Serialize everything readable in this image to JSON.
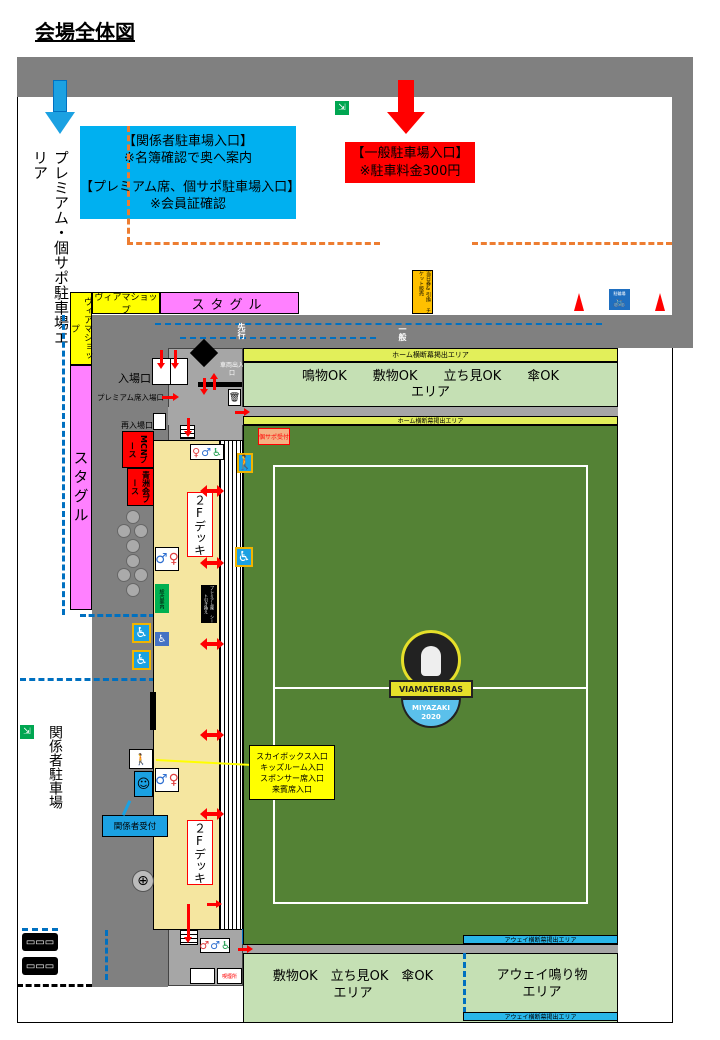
{
  "title": "会場全体図",
  "labels": {
    "premium_parking": "プレミアム・個サポ駐車場エリア",
    "staff_parking_box": {
      "line1": "【関係者駐車場入口】",
      "line2": "※名簿確認で奥へ案内",
      "line3": "【プレミアム席、個サポ駐車場入口】",
      "line4": "※会員証確認"
    },
    "general_parking_box": {
      "line1": "【一般駐車場入口】",
      "line2": "※駐車料金300円"
    },
    "ticket_sign": "当日券&引換 チケット販売",
    "bike_parking": "駐輪場",
    "shop_top": "ヴィアマショップ",
    "shop_side": "ヴィアマショップ",
    "stagul_top": "スタグル",
    "stagul_side": "スタグル",
    "priority": "先行",
    "general": "一般",
    "entrance": "入場口",
    "premium_entrance": "プレミアム席入場口",
    "reentry": "再入場口",
    "vehicle_gate": "車両出入口",
    "mcn_booth": "MCNブース",
    "support_booth": "青洲会ブース",
    "kosapo": "個サポ受付",
    "deck_top": "２Fデッキ",
    "deck_bottom": "２Fデッキ",
    "lost_found": "総合案内",
    "premium_reception": "プレミアム席 シート引き換え",
    "home_banner_top": "ホーム横断幕掲出エリア",
    "home_banner_bottom": "ホーム横断幕掲出エリア",
    "home_area": {
      "line1": "鳴物OK　　敷物OK　　立ち見OK　　傘OK",
      "line2": "エリア"
    },
    "skybox": {
      "line1": "スカイボックス入口",
      "line2": "キッズルーム入口",
      "line3": "スポンサー席入口",
      "line4": "来賓席入口"
    },
    "staff_reception": "関係者受付",
    "staff_parking": "関係者駐車場",
    "away_banner_top": "アウェイ横断幕掲出エリア",
    "away_banner_bottom": "アウェイ横断幕掲出エリア",
    "away_area": {
      "line1": "敷物OK　立ち見OK　傘OK",
      "line2": "エリア"
    },
    "away_noise": {
      "line1": "アウェイ鳴り物",
      "line2": "エリア"
    },
    "smoking": "喫煙所"
  },
  "logo": {
    "line1": "VIAMATERRAS",
    "line2": "MIYAZAKI",
    "line3": "2020"
  },
  "colors": {
    "field": "#548235",
    "road": "#808080",
    "cyan": "#00b0f0",
    "red": "#ff0000",
    "lime": "#e2ef5a",
    "area_green": "#c5e0b4",
    "deck": "#f5e6a0",
    "pink": "#ff80ff",
    "yellow": "#ffff00"
  }
}
